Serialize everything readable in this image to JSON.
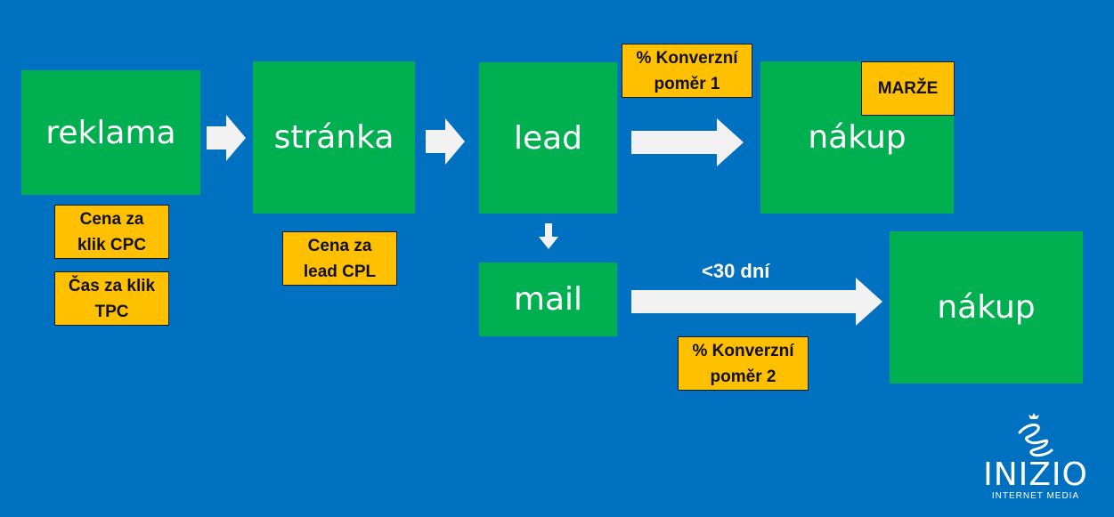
{
  "colors": {
    "background": "#0070c0",
    "step_box": "#00b050",
    "metric_tag": "#ffc000",
    "arrow": "#f2f2f2"
  },
  "nodes": {
    "reklama": "reklama",
    "stranka": "stránka",
    "lead": "lead",
    "nakup_1": "nákup",
    "mail": "mail",
    "nakup_2": "nákup"
  },
  "metrics": {
    "cpc": [
      "Cena za",
      "klik CPC"
    ],
    "tpc": [
      "Čas za klik",
      "TPC"
    ],
    "cpl": [
      "Cena za",
      "lead CPL"
    ],
    "conversion_1": [
      "% Konverzní",
      "poměr 1"
    ],
    "marze": "MARŽE",
    "conversion_2": [
      "% Konverzní",
      "poměr 2"
    ]
  },
  "edge_labels": {
    "mail_to_nakup": "<30 dní"
  },
  "logo": {
    "word": "INIZIO",
    "tagline": "INTERNET MEDIA",
    "icon": "crowned-swirl-icon"
  }
}
